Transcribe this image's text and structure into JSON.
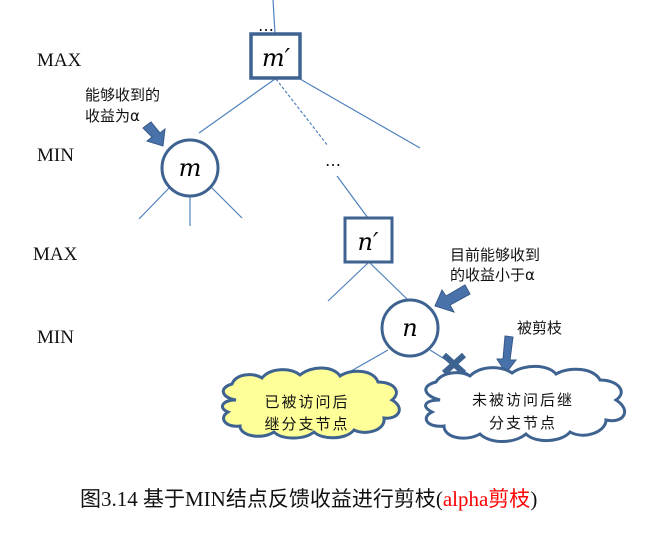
{
  "levels": [
    {
      "label": "MAX"
    },
    {
      "label": "MIN"
    },
    {
      "label": "MAX"
    },
    {
      "label": "MIN"
    }
  ],
  "nodes": {
    "m_prime": "m′",
    "m": "m",
    "n_prime": "n′",
    "n": "n"
  },
  "ellipsis": "…",
  "annotations": {
    "alpha_gain": [
      "能够收到的",
      "收益为α"
    ],
    "less_than_alpha": [
      "目前能够收到",
      "的收益小于α"
    ],
    "pruned": "被剪枝"
  },
  "clouds": {
    "visited": [
      "已被访问后",
      "继分支节点"
    ],
    "unvisited": [
      "未被访问后继",
      "分支节点"
    ]
  },
  "caption": {
    "prefix": "图3.14  基于MIN结点反馈收益进行剪枝(",
    "highlight": "alpha剪枝",
    "suffix": ")",
    "highlight_color": "#ff0000"
  },
  "colors": {
    "node_border": "#3e6391",
    "edge": "#4f81bd",
    "arrow": "#4a72aa",
    "visited_cloud_fill": "#ffff99"
  }
}
